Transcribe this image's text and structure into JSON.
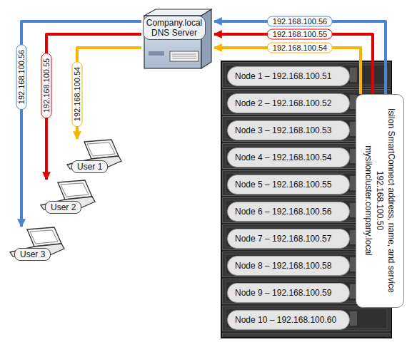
{
  "diagram": {
    "nodes": [
      {
        "text": [
          "Company.local DNS Server"
        ]
      },
      {
        "text": [
          "User 1"
        ]
      },
      {
        "text": [
          "User 2"
        ]
      },
      {
        "text": [
          "User 3"
        ]
      },
      {
        "text": [
          "Node 1 – 192.168.100.51"
        ]
      },
      {
        "text": [
          "Node 2 – 192.168.100.52"
        ]
      },
      {
        "text": [
          "Node 3 – 192.168.100.53"
        ]
      },
      {
        "text": [
          "Node 4 – 192.168.100.54"
        ]
      },
      {
        "text": [
          "Node 5 – 192.168.100.55"
        ]
      },
      {
        "text": [
          "Node 6 – 192.168.100.56"
        ]
      },
      {
        "text": [
          "Node 7 – 192.168.100.57"
        ]
      },
      {
        "text": [
          "Node 8 – 192.168.100.58"
        ]
      },
      {
        "text": [
          "Node 9 – 192.168.100.59"
        ]
      },
      {
        "text": [
          "Node 10 – 192.168.100.60"
        ]
      },
      {
        "text": [
          "Isilon SmartConnect address, name, and service",
          "192.168.100.50",
          "mysiloncluster.company.local"
        ]
      }
    ],
    "edges": [
      {
        "from": 14,
        "to": 0,
        "label": "192.168.100.56",
        "arrow": "to"
      },
      {
        "from": 14,
        "to": 0,
        "label": "192.168.100.55",
        "arrow": "to"
      },
      {
        "from": 14,
        "to": 0,
        "label": "192.168.100.54",
        "arrow": "to"
      },
      {
        "from": 0,
        "to": 3,
        "label": "192.168.100.56",
        "arrow": "to"
      },
      {
        "from": 0,
        "to": 2,
        "label": "192.168.100.55",
        "arrow": "to"
      },
      {
        "from": 0,
        "to": 1,
        "label": "192.168.100.54",
        "arrow": "to"
      }
    ]
  }
}
